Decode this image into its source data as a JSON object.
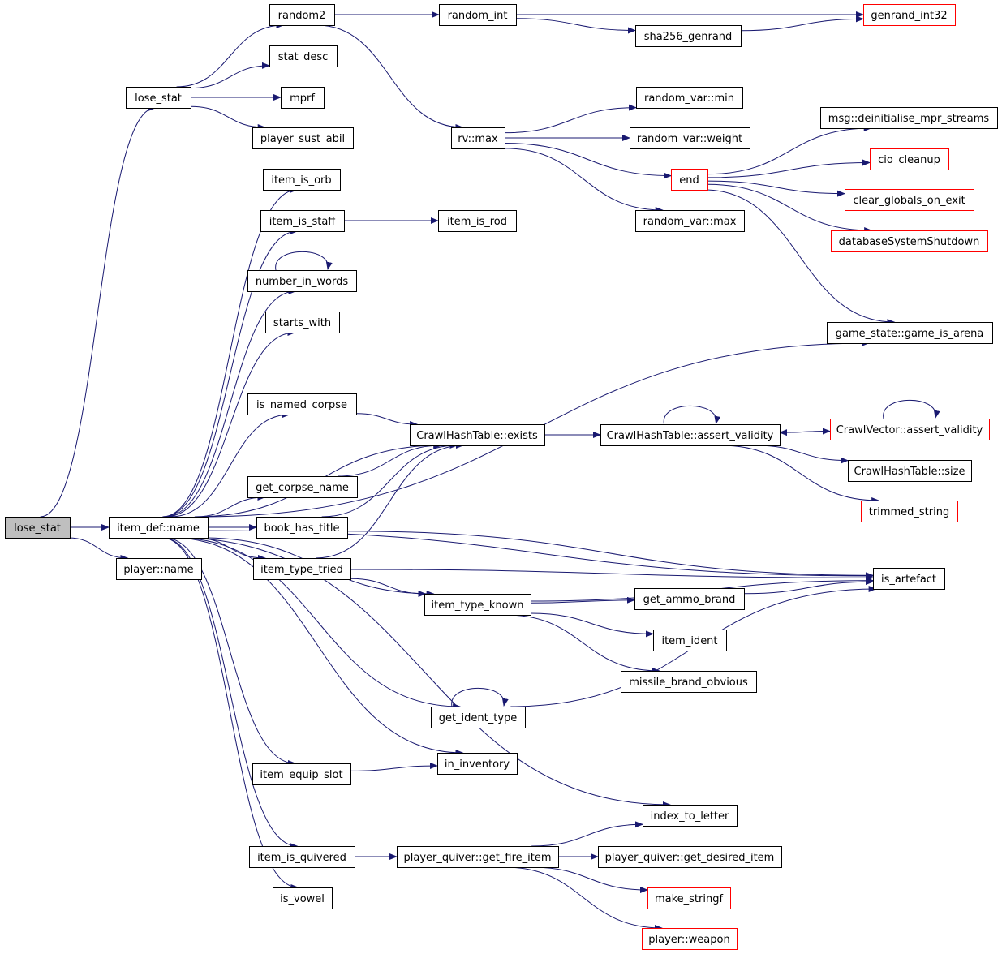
{
  "nodes": [
    {
      "id": "lose_stat_root",
      "label": "lose_stat",
      "kind": "focus"
    },
    {
      "id": "lose_stat",
      "label": "lose_stat",
      "kind": "normal"
    },
    {
      "id": "item_def_name",
      "label": "item_def::name",
      "kind": "normal"
    },
    {
      "id": "player_name",
      "label": "player::name",
      "kind": "normal"
    },
    {
      "id": "random2",
      "label": "random2",
      "kind": "normal"
    },
    {
      "id": "stat_desc",
      "label": "stat_desc",
      "kind": "normal"
    },
    {
      "id": "mprf",
      "label": "mprf",
      "kind": "normal"
    },
    {
      "id": "player_sust_abil",
      "label": "player_sust_abil",
      "kind": "normal"
    },
    {
      "id": "random_int",
      "label": "random_int",
      "kind": "normal"
    },
    {
      "id": "genrand_int32",
      "label": "genrand_int32",
      "kind": "truncated"
    },
    {
      "id": "sha256_genrand",
      "label": "sha256_genrand",
      "kind": "normal"
    },
    {
      "id": "rv_max",
      "label": "rv::max",
      "kind": "normal"
    },
    {
      "id": "random_var_min",
      "label": "random_var::min",
      "kind": "normal"
    },
    {
      "id": "random_var_weight",
      "label": "random_var::weight",
      "kind": "normal"
    },
    {
      "id": "end",
      "label": "end",
      "kind": "truncated"
    },
    {
      "id": "random_var_max",
      "label": "random_var::max",
      "kind": "normal"
    },
    {
      "id": "msg_deinit",
      "label": "msg::deinitialise_mpr_streams",
      "kind": "normal"
    },
    {
      "id": "cio_cleanup",
      "label": "cio_cleanup",
      "kind": "truncated"
    },
    {
      "id": "clear_globals",
      "label": "clear_globals_on_exit",
      "kind": "truncated"
    },
    {
      "id": "db_shutdown",
      "label": "databaseSystemShutdown",
      "kind": "truncated"
    },
    {
      "id": "game_is_arena",
      "label": "game_state::game_is_arena",
      "kind": "normal"
    },
    {
      "id": "item_is_orb",
      "label": "item_is_orb",
      "kind": "normal"
    },
    {
      "id": "item_is_staff",
      "label": "item_is_staff",
      "kind": "normal"
    },
    {
      "id": "item_is_rod",
      "label": "item_is_rod",
      "kind": "normal"
    },
    {
      "id": "number_in_words",
      "label": "number_in_words",
      "kind": "normal"
    },
    {
      "id": "starts_with",
      "label": "starts_with",
      "kind": "normal"
    },
    {
      "id": "is_named_corpse",
      "label": "is_named_corpse",
      "kind": "normal"
    },
    {
      "id": "chash_exists",
      "label": "CrawlHashTable::exists",
      "kind": "normal"
    },
    {
      "id": "chash_assert",
      "label": "CrawlHashTable::assert_validity",
      "kind": "normal"
    },
    {
      "id": "cvec_assert",
      "label": "CrawlVector::assert_validity",
      "kind": "truncated"
    },
    {
      "id": "chash_size",
      "label": "CrawlHashTable::size",
      "kind": "normal"
    },
    {
      "id": "trimmed_string",
      "label": "trimmed_string",
      "kind": "truncated"
    },
    {
      "id": "get_corpse_name",
      "label": "get_corpse_name",
      "kind": "normal"
    },
    {
      "id": "book_has_title",
      "label": "book_has_title",
      "kind": "normal"
    },
    {
      "id": "is_artefact",
      "label": "is_artefact",
      "kind": "normal"
    },
    {
      "id": "item_type_tried",
      "label": "item_type_tried",
      "kind": "normal"
    },
    {
      "id": "item_type_known",
      "label": "item_type_known",
      "kind": "normal"
    },
    {
      "id": "get_ammo_brand",
      "label": "get_ammo_brand",
      "kind": "normal"
    },
    {
      "id": "item_ident",
      "label": "item_ident",
      "kind": "normal"
    },
    {
      "id": "missile_brand_obvious",
      "label": "missile_brand_obvious",
      "kind": "normal"
    },
    {
      "id": "get_ident_type",
      "label": "get_ident_type",
      "kind": "normal"
    },
    {
      "id": "item_equip_slot",
      "label": "item_equip_slot",
      "kind": "normal"
    },
    {
      "id": "in_inventory",
      "label": "in_inventory",
      "kind": "normal"
    },
    {
      "id": "index_to_letter",
      "label": "index_to_letter",
      "kind": "normal"
    },
    {
      "id": "item_is_quivered",
      "label": "item_is_quivered",
      "kind": "normal"
    },
    {
      "id": "pq_get_fire_item",
      "label": "player_quiver::get_fire_item",
      "kind": "normal"
    },
    {
      "id": "pq_get_desired_item",
      "label": "player_quiver::get_desired_item",
      "kind": "normal"
    },
    {
      "id": "make_stringf",
      "label": "make_stringf",
      "kind": "truncated"
    },
    {
      "id": "player_weapon",
      "label": "player::weapon",
      "kind": "truncated"
    },
    {
      "id": "is_vowel",
      "label": "is_vowel",
      "kind": "normal"
    }
  ],
  "edges": [
    [
      "lose_stat_root",
      "lose_stat"
    ],
    [
      "lose_stat_root",
      "item_def_name"
    ],
    [
      "lose_stat_root",
      "player_name"
    ],
    [
      "lose_stat",
      "random2"
    ],
    [
      "lose_stat",
      "stat_desc"
    ],
    [
      "lose_stat",
      "mprf"
    ],
    [
      "lose_stat",
      "player_sust_abil"
    ],
    [
      "random2",
      "random_int"
    ],
    [
      "random2",
      "rv_max"
    ],
    [
      "random_int",
      "genrand_int32"
    ],
    [
      "random_int",
      "sha256_genrand"
    ],
    [
      "sha256_genrand",
      "genrand_int32"
    ],
    [
      "rv_max",
      "random_var_min"
    ],
    [
      "rv_max",
      "random_var_weight"
    ],
    [
      "rv_max",
      "end"
    ],
    [
      "rv_max",
      "random_var_max"
    ],
    [
      "end",
      "msg_deinit"
    ],
    [
      "end",
      "cio_cleanup"
    ],
    [
      "end",
      "clear_globals"
    ],
    [
      "end",
      "db_shutdown"
    ],
    [
      "end",
      "game_is_arena"
    ],
    [
      "item_def_name",
      "item_is_orb"
    ],
    [
      "item_def_name",
      "item_is_staff"
    ],
    [
      "item_is_staff",
      "item_is_rod"
    ],
    [
      "item_def_name",
      "number_in_words"
    ],
    [
      "number_in_words",
      "number_in_words"
    ],
    [
      "item_def_name",
      "starts_with"
    ],
    [
      "item_def_name",
      "game_is_arena"
    ],
    [
      "item_def_name",
      "is_named_corpse"
    ],
    [
      "is_named_corpse",
      "chash_exists"
    ],
    [
      "item_def_name",
      "chash_exists"
    ],
    [
      "chash_exists",
      "chash_assert"
    ],
    [
      "chash_assert",
      "chash_assert"
    ],
    [
      "chash_assert",
      "cvec_assert"
    ],
    [
      "cvec_assert",
      "chash_assert"
    ],
    [
      "cvec_assert",
      "cvec_assert"
    ],
    [
      "chash_assert",
      "chash_size"
    ],
    [
      "chash_assert",
      "trimmed_string"
    ],
    [
      "item_def_name",
      "get_corpse_name"
    ],
    [
      "get_corpse_name",
      "chash_exists"
    ],
    [
      "item_def_name",
      "book_has_title"
    ],
    [
      "book_has_title",
      "chash_exists"
    ],
    [
      "book_has_title",
      "is_artefact"
    ],
    [
      "item_def_name",
      "item_type_tried"
    ],
    [
      "item_type_tried",
      "chash_exists"
    ],
    [
      "item_type_tried",
      "is_artefact"
    ],
    [
      "item_type_tried",
      "item_type_known"
    ],
    [
      "item_def_name",
      "item_type_known"
    ],
    [
      "item_type_known",
      "is_artefact"
    ],
    [
      "item_type_known",
      "get_ammo_brand"
    ],
    [
      "item_type_known",
      "item_ident"
    ],
    [
      "item_type_known",
      "missile_brand_obvious"
    ],
    [
      "get_ammo_brand",
      "is_artefact"
    ],
    [
      "item_def_name",
      "is_artefact"
    ],
    [
      "item_def_name",
      "get_ident_type"
    ],
    [
      "get_ident_type",
      "get_ident_type"
    ],
    [
      "get_ident_type",
      "is_artefact"
    ],
    [
      "item_def_name",
      "in_inventory"
    ],
    [
      "item_def_name",
      "item_equip_slot"
    ],
    [
      "item_equip_slot",
      "in_inventory"
    ],
    [
      "item_def_name",
      "index_to_letter"
    ],
    [
      "item_def_name",
      "item_is_quivered"
    ],
    [
      "item_is_quivered",
      "pq_get_fire_item"
    ],
    [
      "pq_get_fire_item",
      "index_to_letter"
    ],
    [
      "pq_get_fire_item",
      "pq_get_desired_item"
    ],
    [
      "pq_get_fire_item",
      "make_stringf"
    ],
    [
      "pq_get_fire_item",
      "player_weapon"
    ],
    [
      "item_def_name",
      "is_vowel"
    ]
  ],
  "colors": {
    "edge": "#191970",
    "node_border": "#000000",
    "truncated_border": "#ff0000",
    "focus_fill": "#bfbfbf",
    "node_fill": "#ffffff",
    "text": "#000000"
  }
}
